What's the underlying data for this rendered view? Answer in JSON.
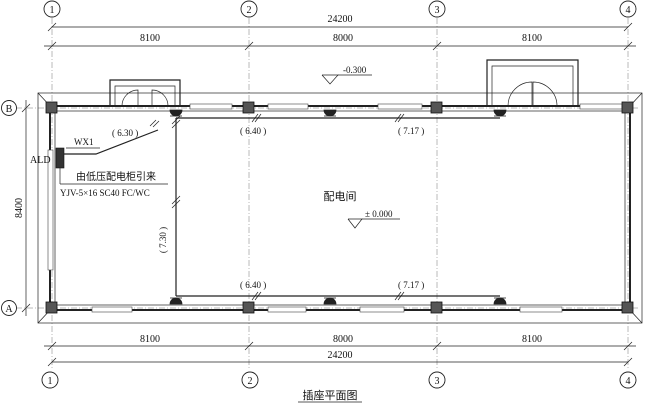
{
  "axes": {
    "columns": [
      "1",
      "2",
      "3",
      "4"
    ],
    "rows": [
      "B",
      "A"
    ]
  },
  "dimensions": {
    "top_total": "24200",
    "top_spans": [
      "8100",
      "8000",
      "8100"
    ],
    "bottom_spans": [
      "8100",
      "8000",
      "8100"
    ],
    "bottom_total": "24200",
    "left_span": "8400"
  },
  "labels": {
    "outdoor_level": "-0.300",
    "room_name": "配电间",
    "floor_level": "± 0.000",
    "panel": "ALD",
    "circuit": "WX1",
    "feeder_note": "由低压配电柜引来",
    "cable_spec": "YJV-5×16 SC40 FC/WC",
    "height_630": "( 6.30 )",
    "height_730": "( 7.30 )",
    "top_640": "( 6.40 )",
    "top_717": "( 7.17 )",
    "bot_640": "( 6.40 )",
    "bot_717": "( 7.17 )",
    "title": "插座平面图"
  }
}
